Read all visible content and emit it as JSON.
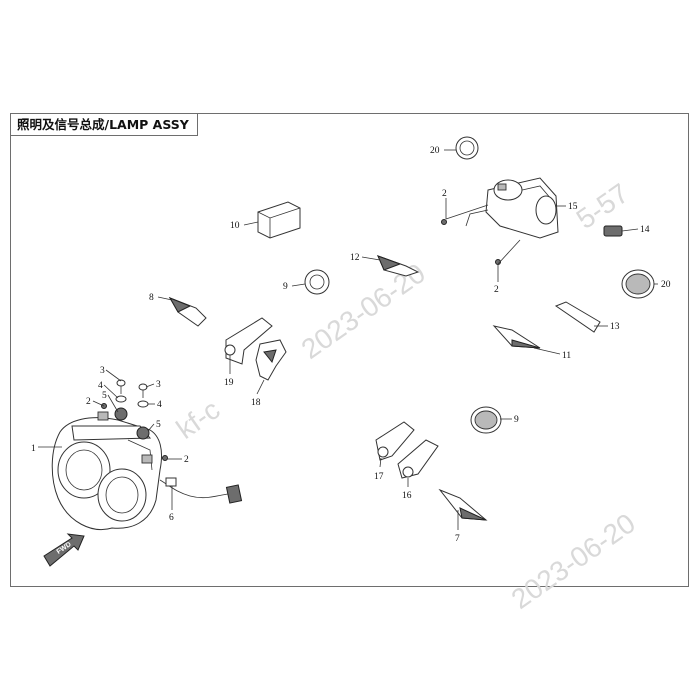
{
  "title": "照明及信号总成/LAMP ASSY",
  "callouts": {
    "c1": "1",
    "c2a": "2",
    "c2b": "2",
    "c2c": "2",
    "c2d": "2",
    "c3a": "3",
    "c3b": "3",
    "c4a": "4",
    "c4b": "4",
    "c5a": "5",
    "c5b": "5",
    "c6": "6",
    "c7": "7",
    "c8": "8",
    "c9a": "9",
    "c9b": "9",
    "c10": "10",
    "c11": "11",
    "c12": "12",
    "c13": "13",
    "c14": "14",
    "c15": "15",
    "c16": "16",
    "c17": "17",
    "c18": "18",
    "c19": "19",
    "c20a": "20",
    "c20b": "20"
  },
  "watermarks": {
    "w1": "2023-06-20",
    "w2": "kf-c",
    "w3": "2023-06-20",
    "w4": "5-57"
  },
  "fwd_label": "FWD"
}
